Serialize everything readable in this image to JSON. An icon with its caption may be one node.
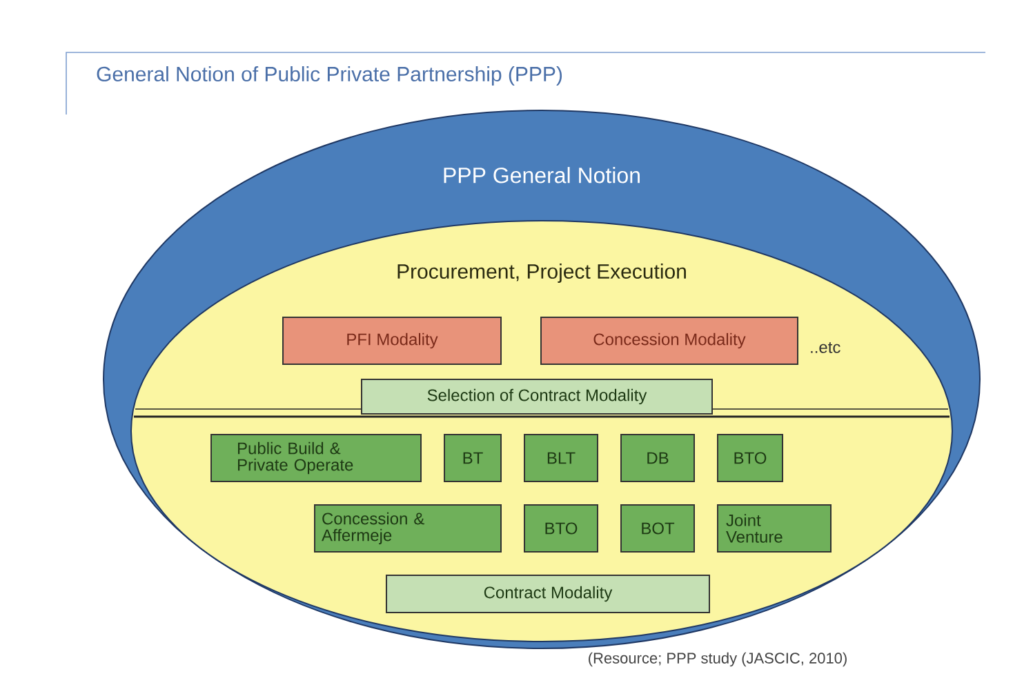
{
  "diagram": {
    "title": "General Notion of Public Private Partnership (PPP)",
    "caption": "(Resource; PPP study (JASCIC, 2010)",
    "nodes": [
      {
        "text": [
          "PPP General Notion"
        ]
      },
      {
        "text": [
          "Procurement, Project Execution"
        ],
        "in": 0
      },
      {
        "text": [
          "PFI Modality"
        ],
        "in": 1
      },
      {
        "text": [
          "Concession Modality"
        ],
        "in": 1,
        "beside": [
          "..etc"
        ]
      },
      {
        "text": [
          "Selection of Contract Modality"
        ],
        "in": 1
      },
      {
        "text": [
          "Public Build & Private Operate"
        ],
        "in": 1
      },
      {
        "text": [
          "BT"
        ],
        "in": 1
      },
      {
        "text": [
          "BLT"
        ],
        "in": 1
      },
      {
        "text": [
          "DB"
        ],
        "in": 1
      },
      {
        "text": [
          "BTO"
        ],
        "in": 1
      },
      {
        "text": [
          "Concession & Affermeje"
        ],
        "in": 1
      },
      {
        "text": [
          "BTO"
        ],
        "in": 1
      },
      {
        "text": [
          "BOT"
        ],
        "in": 1
      },
      {
        "text": [
          "Joint Venture"
        ],
        "in": 1
      },
      {
        "text": [
          "Contract Modality"
        ],
        "in": 1
      }
    ]
  }
}
